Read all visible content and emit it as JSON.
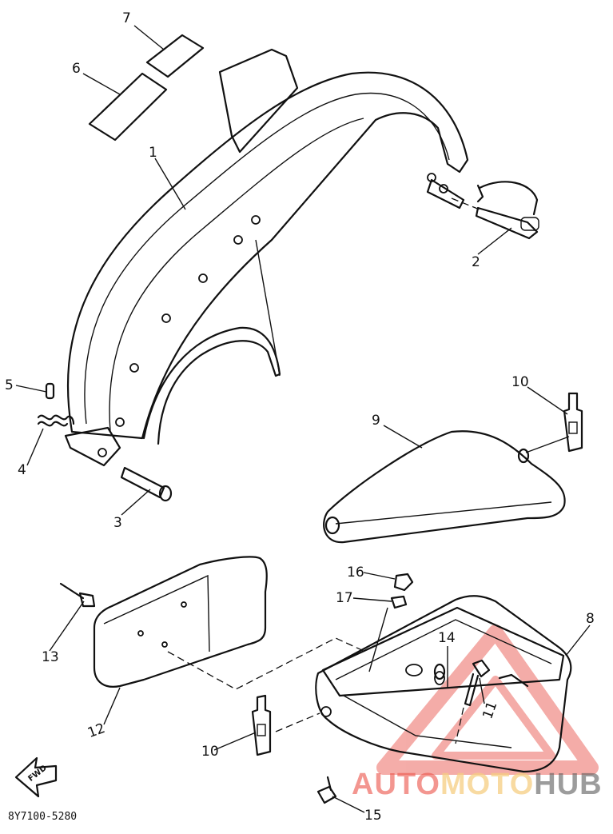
{
  "diagram": {
    "drawing_code": "8Y7100-5280",
    "direction_label": "FWD",
    "callouts": [
      {
        "id": "c1",
        "label": "1"
      },
      {
        "id": "c2",
        "label": "2"
      },
      {
        "id": "c3",
        "label": "3"
      },
      {
        "id": "c4",
        "label": "4"
      },
      {
        "id": "c5",
        "label": "5"
      },
      {
        "id": "c6",
        "label": "6"
      },
      {
        "id": "c7",
        "label": "7"
      },
      {
        "id": "c8",
        "label": "8"
      },
      {
        "id": "c9",
        "label": "9"
      },
      {
        "id": "c10a",
        "label": "10"
      },
      {
        "id": "c10b",
        "label": "10"
      },
      {
        "id": "c11",
        "label": "11"
      },
      {
        "id": "c12",
        "label": "12"
      },
      {
        "id": "c13",
        "label": "13"
      },
      {
        "id": "c14",
        "label": "14"
      },
      {
        "id": "c15",
        "label": "15"
      },
      {
        "id": "c16",
        "label": "16"
      },
      {
        "id": "c17",
        "label": "17"
      }
    ]
  },
  "watermark": {
    "part_a": "AUTO",
    "part_b": "MOTO",
    "part_c": "HUB",
    "accent_color": "#e85046",
    "secondary_color": "#f3c77e"
  }
}
